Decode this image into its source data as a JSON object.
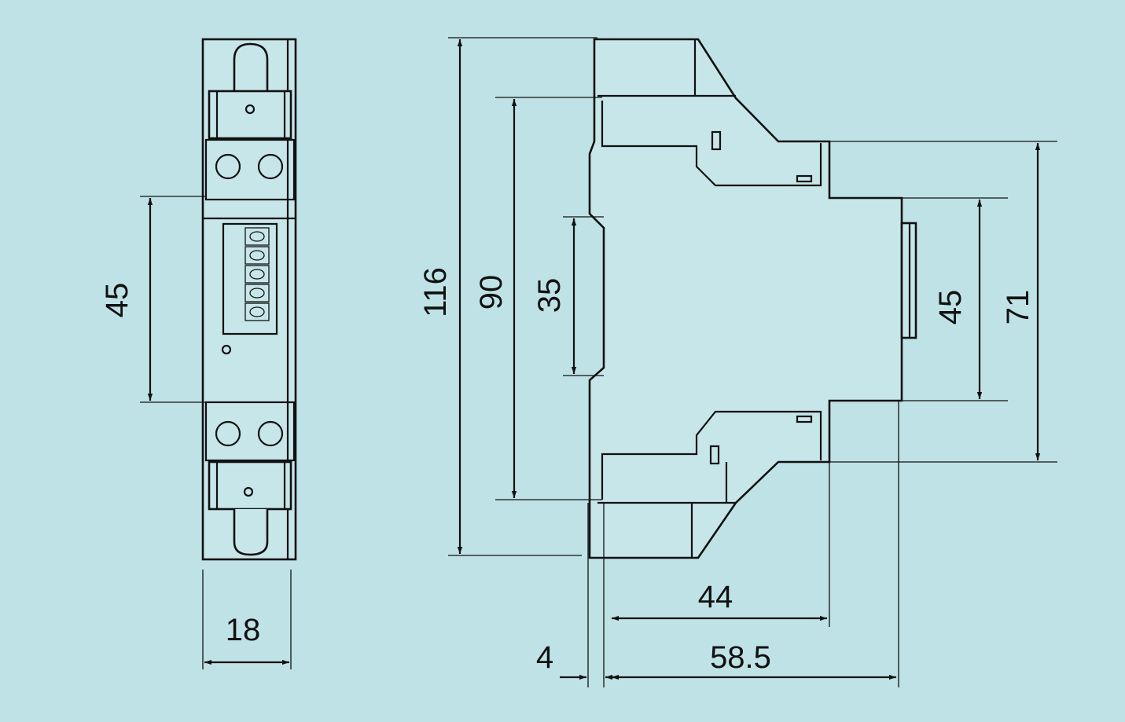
{
  "front_view": {
    "width_label": "18",
    "height_label": "45"
  },
  "side_view": {
    "height_label": "116",
    "inner_height_label": "90",
    "rail_label": "35",
    "face_height_label": "45",
    "shoulder_height_label": "71",
    "depth_label": "44",
    "overall_depth_label": "58.5",
    "offset_label": "4"
  },
  "colors": {
    "background": "#bfe2e6",
    "line": "#111111"
  }
}
